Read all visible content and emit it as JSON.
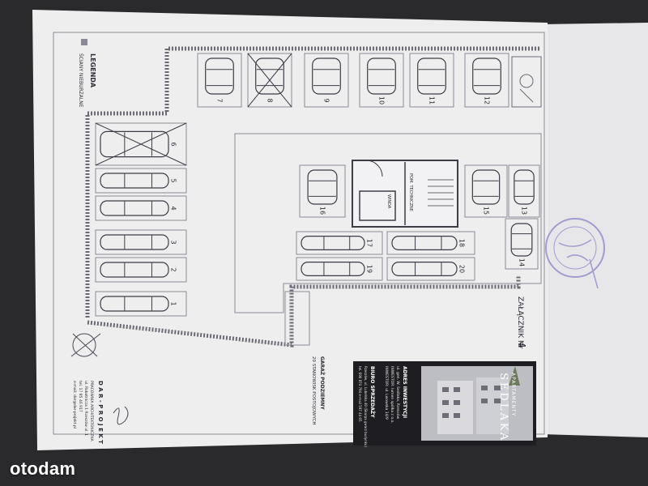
{
  "watermark": {
    "text": "otodam"
  },
  "legend": {
    "title": "LEGENDA",
    "item_label": "ŚCIANY NIEBURZALNE"
  },
  "attachment": {
    "label": "ZAŁĄCZNIK Nr",
    "number": "4"
  },
  "sheet_title": {
    "line1": "GARAŻ PODZIEMNY",
    "line2": "20 STANOWISK POSTOJOWYCH"
  },
  "architect": {
    "name": "D A R - P R O J E K T",
    "line1": "PRACOWNIA ARCHITEKTONICZNA",
    "line2": "ul. Robotnicza 1 Rzeszów ul. 1",
    "line3": "tel. 17 85 46 917",
    "line4": "e-mail: dar@dar-projekt.pl"
  },
  "brand": {
    "line1": "APARTAMENTY",
    "line2": "SEDLAKA",
    "address_heading": "ADRES INWESTYCJI",
    "address_line1": "ul. gen. W. Sedlaka, Rzeszów",
    "address_line2": "INWESTOR: lumen spółka z o.o.",
    "address_line3": "INWESTOR: ul. Lwowska 14/9",
    "sales_heading": "BIURO SPRZEDAŻY",
    "sales_line1": "Rzeszów, ul. Lubelska 40 (Skarpa gwarz budynku)",
    "sales_line2": "tel. 690 874 794 e-mail 597 44 65"
  },
  "rooms": {
    "elevator": "WINDA",
    "technical": "POM. TECHNICZNE"
  },
  "spaces": [
    {
      "number": "1",
      "crossed": false
    },
    {
      "number": "2",
      "crossed": false
    },
    {
      "number": "3",
      "crossed": false
    },
    {
      "number": "4",
      "crossed": false
    },
    {
      "number": "5",
      "crossed": false
    },
    {
      "number": "6",
      "crossed": true
    },
    {
      "number": "7",
      "crossed": false
    },
    {
      "number": "8",
      "crossed": true
    },
    {
      "number": "9",
      "crossed": false
    },
    {
      "number": "10",
      "crossed": false
    },
    {
      "number": "11",
      "crossed": false
    },
    {
      "number": "12",
      "crossed": false
    },
    {
      "number": "13",
      "crossed": false
    },
    {
      "number": "14",
      "crossed": false
    },
    {
      "number": "15",
      "crossed": false
    },
    {
      "number": "16",
      "crossed": false
    },
    {
      "number": "17",
      "crossed": false
    },
    {
      "number": "18",
      "crossed": false
    },
    {
      "number": "19",
      "crossed": false
    },
    {
      "number": "20",
      "crossed": false
    }
  ],
  "colors": {
    "background": "#2a2a2c",
    "paper": "#eeeeef",
    "line": "#5a5a66",
    "stamp": "#8a84c6",
    "brand_panel": "#1e1e22"
  }
}
